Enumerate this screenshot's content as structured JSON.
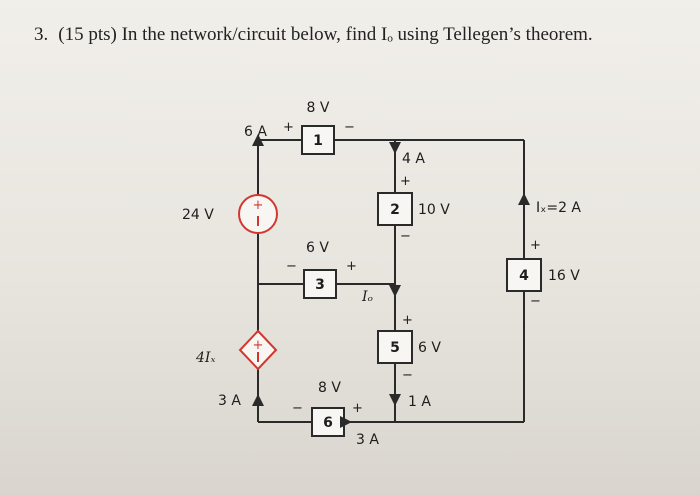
{
  "question": {
    "number": "3.",
    "text": "(15 pts) In the network/circuit below, find Iₒ using Tellegen’s theorem."
  },
  "circuit": {
    "elements": [
      {
        "id": "1",
        "voltage": "8 V",
        "current": "6 A"
      },
      {
        "id": "2",
        "voltage": "10 V",
        "current": "4 A"
      },
      {
        "id": "3",
        "voltage": "6 V",
        "current": "Iₒ"
      },
      {
        "id": "4",
        "voltage": "16 V",
        "current": "Iₓ=2 A"
      },
      {
        "id": "5",
        "voltage": "6 V",
        "current": "1 A"
      },
      {
        "id": "6",
        "voltage": "8 V",
        "current": "3 A"
      }
    ],
    "sources": {
      "independent_voltage": "24 V",
      "dependent_voltage": "4Iₓ",
      "dependent_current": "3 A"
    },
    "signs": {
      "plus": "+",
      "minus": "−"
    }
  },
  "colors": {
    "wire": "#2a2a2a",
    "source_accent": "#d2372f"
  }
}
